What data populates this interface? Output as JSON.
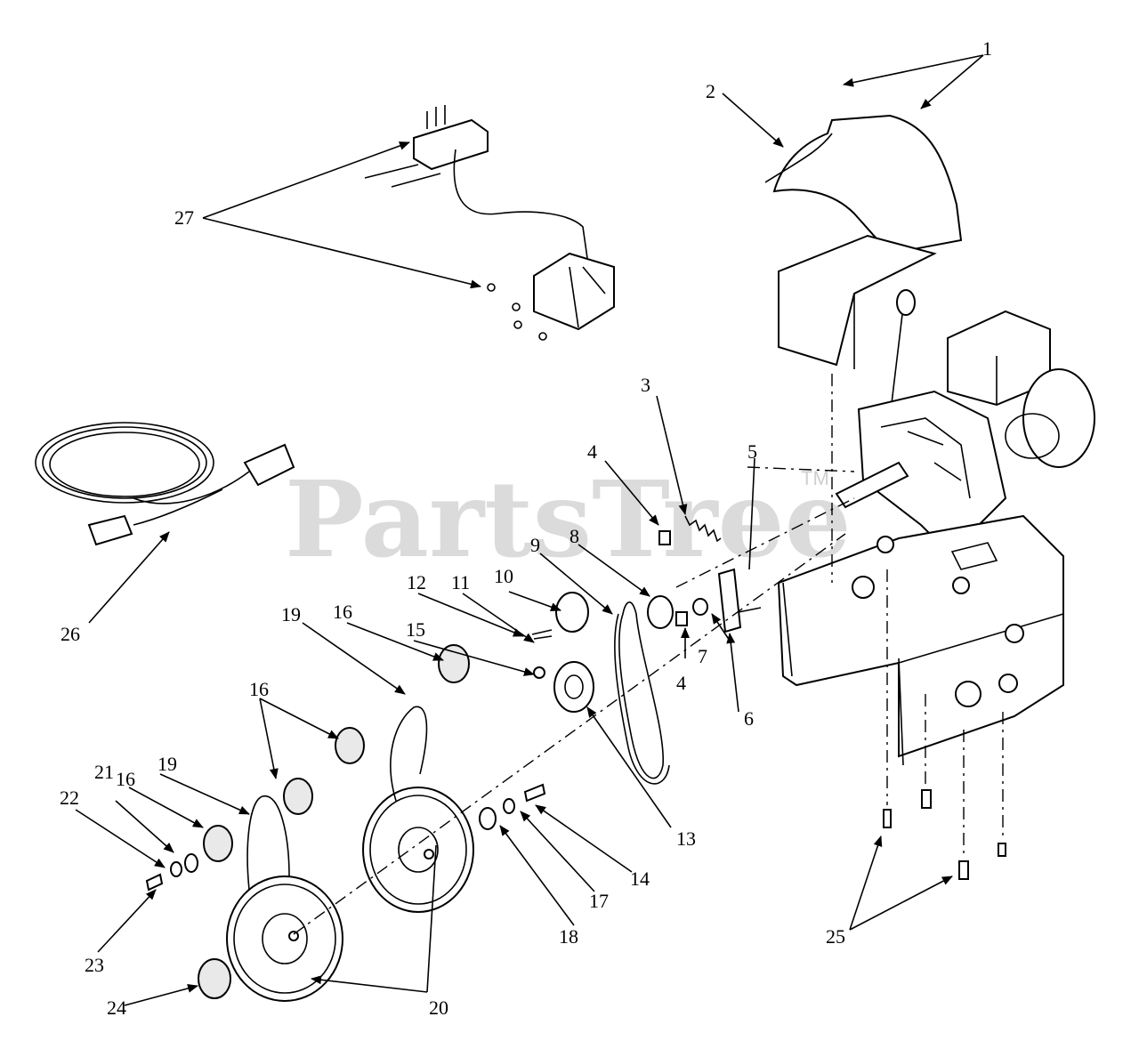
{
  "watermark": {
    "text": "PartsTree",
    "mark": "TM"
  },
  "labels": {
    "l1": "1",
    "l2": "2",
    "l3": "3",
    "l4a": "4",
    "l4b": "4",
    "l5": "5",
    "l6": "6",
    "l7": "7",
    "l8": "8",
    "l9": "9",
    "l10": "10",
    "l11": "11",
    "l12": "12",
    "l13": "13",
    "l14": "14",
    "l15": "15",
    "l16a": "16",
    "l16b": "16",
    "l16c": "16",
    "l17": "17",
    "l18": "18",
    "l19a": "19",
    "l19b": "19",
    "l20": "20",
    "l21": "21",
    "l22": "22",
    "l23": "23",
    "l24": "24",
    "l25": "25",
    "l26": "26",
    "l27": "27"
  },
  "icons": [
    "engine",
    "electric-starter",
    "extension-cord",
    "chute",
    "pulley",
    "belt",
    "frame"
  ]
}
